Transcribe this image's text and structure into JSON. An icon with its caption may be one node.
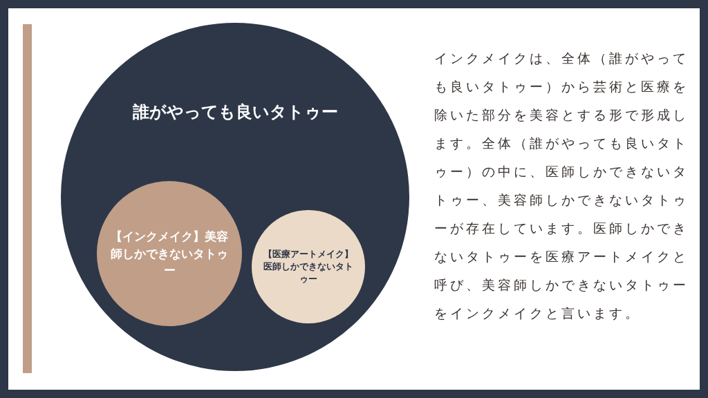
{
  "diagram": {
    "nodes": [
      {
        "text": [
          "誰がやっても良いタトゥー"
        ]
      },
      {
        "text": [
          "【インクメイク】美容師しかできないタトゥー"
        ],
        "in": 0
      },
      {
        "text": [
          "【医療アートメイク】医師しかできないタトゥー"
        ],
        "in": 0
      }
    ],
    "labels": [
      "インクメイクは、全体（誰がやっても良いタトゥー）から芸術と医療を除いた部分を美容とする形で形成します。全体（誰がやっても良いタトゥー）の中に、医師しかできないタトゥー、美容師しかできないタトゥーが存在しています。医師しかできないタトゥーを医療アートメイクと呼び、美容師しかできないタトゥーをインクメイクと言います。"
    ]
  }
}
